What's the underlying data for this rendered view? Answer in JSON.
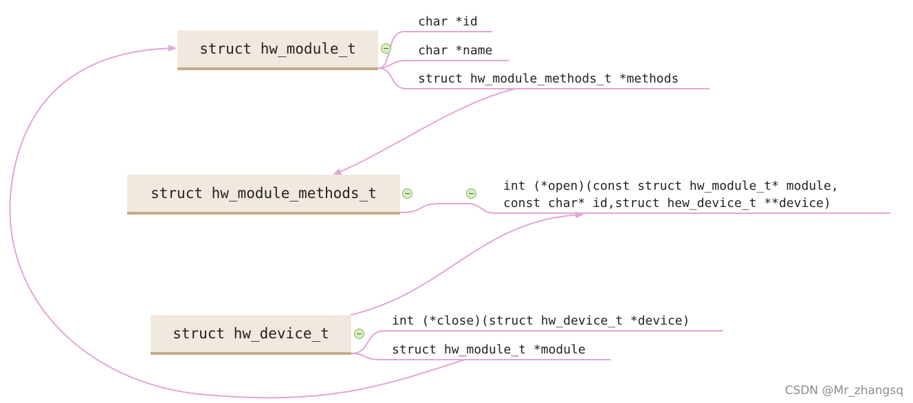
{
  "diagram": {
    "nodes": {
      "module": "struct hw_module_t",
      "methods": "struct hw_module_methods_t",
      "device": "struct hw_device_t"
    },
    "module_fields": {
      "id": "char *id",
      "name": "char *name",
      "methods": "struct hw_module_methods_t *methods"
    },
    "methods_fields": {
      "open_line1": "int (*open)(const struct hw_module_t* module,",
      "open_line2": "const char* id,struct hew_device_t **device)"
    },
    "device_fields": {
      "close": "int (*close)(struct hw_device_t *device)",
      "module": "struct hw_module_t *module"
    },
    "colors": {
      "connector": "#e2a5d8",
      "node_fill": "#f1e9df",
      "node_border": "#c4ab86",
      "collapse_fill": "#d6f0c0"
    }
  },
  "watermark": "CSDN @Mr_zhangsq"
}
